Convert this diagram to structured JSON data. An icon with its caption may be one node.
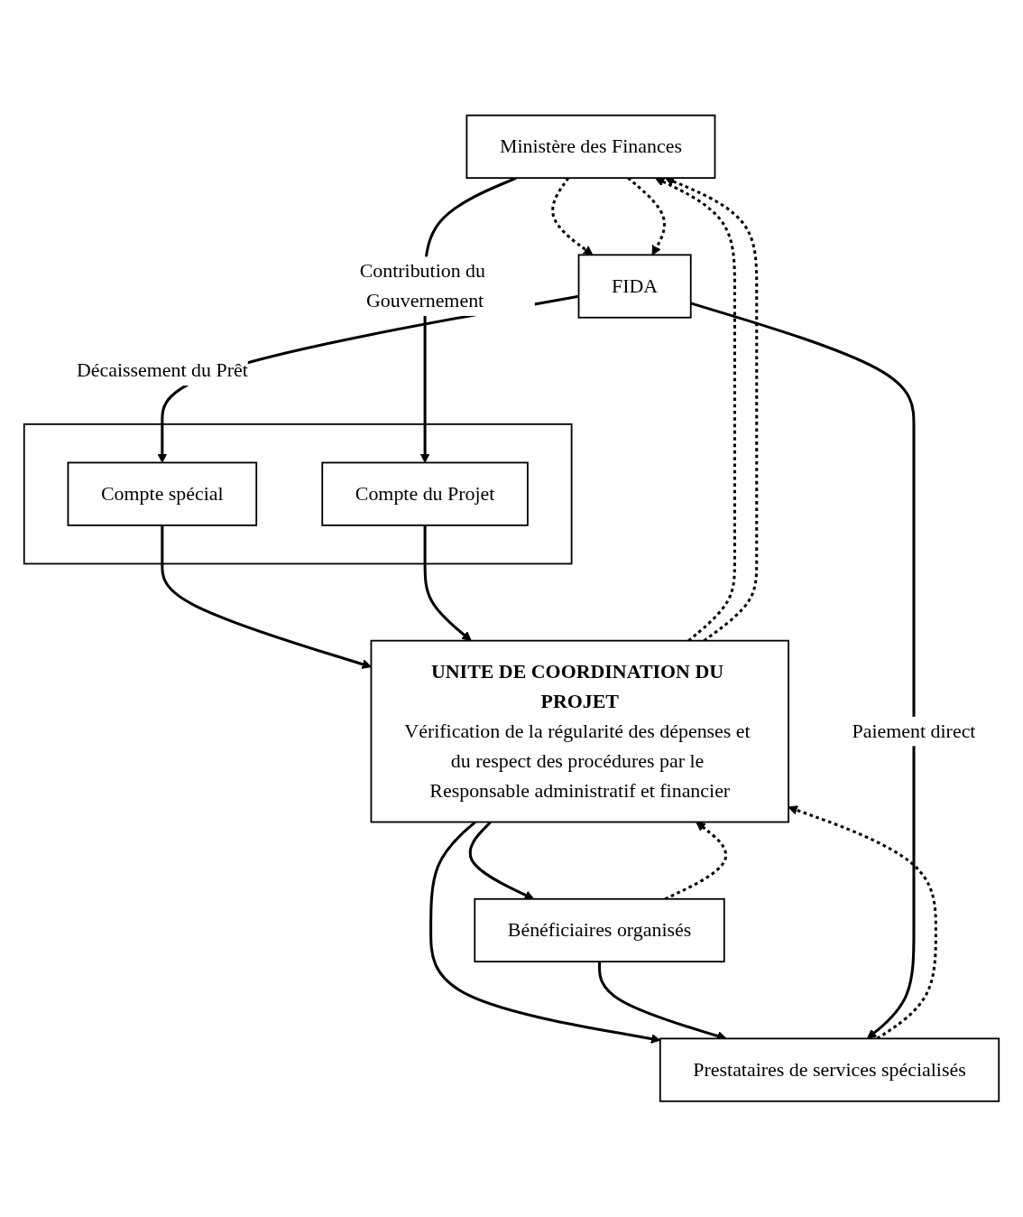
{
  "diagram": {
    "nodes": [
      {
        "text": [
          "FIDA"
        ]
      },
      {
        "text": [
          "Ministère des Finances"
        ]
      },
      {
        "text": [],
        "shape": "box"
      },
      {
        "text": [
          "Compte spécial"
        ],
        "in": 2
      },
      {
        "text": [
          "Compte du Projet"
        ],
        "in": 2
      },
      {
        "text": [
          "UNITE DE COORDINATION DU PROJET",
          "Vérification de la régularité des dépenses et du respect des procédures par le Responsable administratif et financier"
        ]
      },
      {
        "text": [
          "Prestataires de services spécialisés"
        ]
      },
      {
        "text": [
          "Bénéficiaires organisés"
        ]
      }
    ],
    "edges": [
      {
        "from": 1,
        "to": 0,
        "arrow": "to",
        "style": "dashed"
      },
      {
        "from": 1,
        "to": 0,
        "arrow": "to",
        "style": "dashed"
      },
      {
        "from": 0,
        "to": 3,
        "arrow": "to",
        "label": "Décaissement du Prêt"
      },
      {
        "from": 1,
        "to": 4,
        "arrow": "to",
        "label": "Contribution du Gouvernement"
      },
      {
        "from": 3,
        "to": 5,
        "arrow": "to"
      },
      {
        "from": 4,
        "to": 5,
        "arrow": "to"
      },
      {
        "from": 5,
        "to": 1,
        "arrow": "to",
        "style": "dashed"
      },
      {
        "from": 5,
        "to": 1,
        "arrow": "to",
        "style": "dashed"
      },
      {
        "from": 5,
        "to": 6,
        "arrow": "to"
      },
      {
        "from": 5,
        "to": 7,
        "arrow": "to"
      },
      {
        "from": 7,
        "to": 6,
        "arrow": "to"
      },
      {
        "from": 0,
        "to": 6,
        "arrow": "to",
        "label": "Paiement direct"
      },
      {
        "from": 7,
        "to": 5,
        "arrow": "to",
        "style": "dashed"
      },
      {
        "from": 6,
        "to": 5,
        "arrow": "to",
        "style": "dashed"
      }
    ]
  }
}
